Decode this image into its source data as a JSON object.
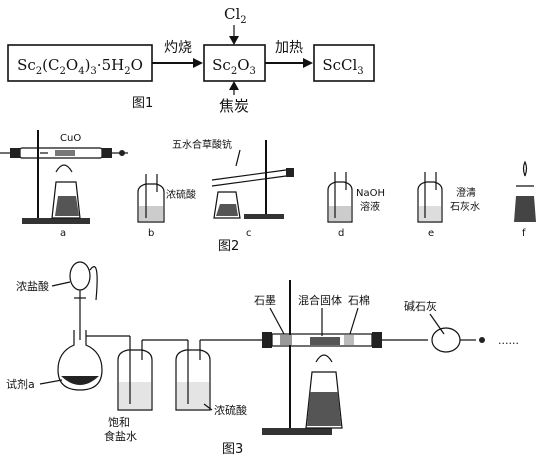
{
  "figure1": {
    "box1_parts": [
      "Sc",
      "2",
      "(C",
      "2",
      "O",
      "4",
      ")",
      "3",
      "·5H",
      "2",
      "O"
    ],
    "box2_parts": [
      "Sc",
      "2",
      "O",
      "3"
    ],
    "box3": "ScCl",
    "box3_sub": "3",
    "arrow1_label": "灼烧",
    "arrow2_label": "加热",
    "input_top": "Cl",
    "input_top_sub": "2",
    "input_bottom": "焦炭",
    "caption": "图1"
  },
  "figure2": {
    "items": [
      {
        "letter": "a",
        "label": "CuO"
      },
      {
        "letter": "b",
        "label": "浓硫酸"
      },
      {
        "letter": "c",
        "label": "五水合草酸钪"
      },
      {
        "letter": "d",
        "label_lines": [
          "NaOH",
          "溶液"
        ]
      },
      {
        "letter": "e",
        "label_lines": [
          "澄清",
          "石灰水"
        ]
      },
      {
        "letter": "f",
        "label": ""
      }
    ],
    "caption": "图2"
  },
  "figure3": {
    "labels": {
      "hcl": "浓盐酸",
      "reagent": "试剂a",
      "brine_lines": [
        "饱和",
        "食盐水"
      ],
      "acid": "浓硫酸",
      "graphite": "石墨",
      "mixed_solid": "混合固体",
      "asbestos": "石棉",
      "soda_lime": "碱石灰",
      "dots": "......"
    },
    "caption": "图3"
  }
}
